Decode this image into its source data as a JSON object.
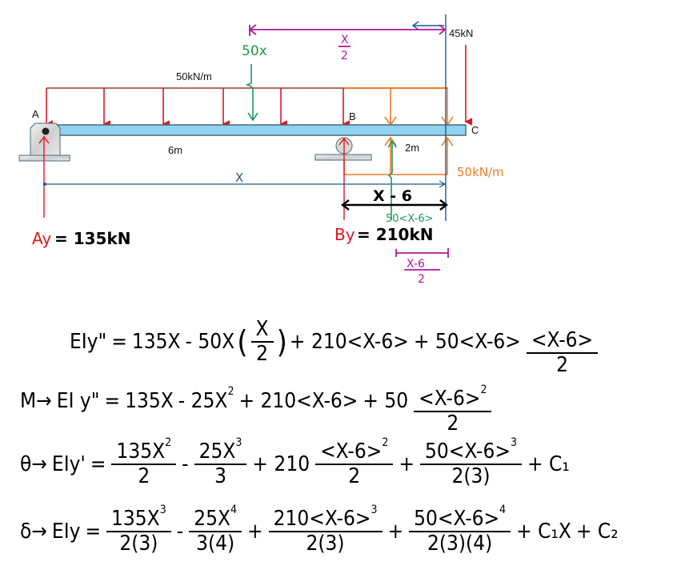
{
  "diagram": {
    "points": {
      "A": "A",
      "B": "B",
      "C": "C"
    },
    "distributed_load_label": "50kN/m",
    "cut_load_label": "50kN/m",
    "point_load_label": "45kN",
    "span_AB": "6m",
    "span_BC": "2m",
    "x_label": "X",
    "x_minus_6_label": "X - 6",
    "resultant_1": "50x",
    "arm_1_num": "X",
    "arm_1_den": "2",
    "resultant_2": "50<X-6>",
    "arm_2_num": "X-6",
    "arm_2_den": "2",
    "reaction_A_name": "Ay",
    "reaction_A_value": "= 135kN",
    "reaction_B_name": "By",
    "reaction_B_value": "= 210kN",
    "colors": {
      "beam": "#8fd3f0",
      "beam_edge": "#4a6a78",
      "load_red": "#e0161e",
      "load_orange": "#f07c2a",
      "green": "#1e9a55",
      "magenta": "#b0189a",
      "blue": "#1a5a8e",
      "reaction_red": "#e0161e"
    }
  },
  "equations": [
    {
      "id": "eq1",
      "prefix": "",
      "lhs": "EIy\"",
      "rhs_terms": [
        "= 135X",
        "- 50X",
        "(X/2)",
        "+ 210<X-6>",
        "+ 50<X-6>",
        "<X-6>/2"
      ]
    },
    {
      "id": "eq2",
      "prefix": "M→",
      "lhs": "EIy\"",
      "rhs_terms": [
        "= 135X",
        "- 25X²",
        "+ 210<X-6>",
        "+ 50",
        "<X-6>²/2"
      ]
    },
    {
      "id": "eq3",
      "prefix": "θ→",
      "lhs": "EIy'",
      "rhs_terms": [
        "= 135X²/2",
        "- 25X³/3",
        "+ 210 <X-6>²/2",
        "+ 50<X-6>³/2(3)",
        "+ C1"
      ]
    },
    {
      "id": "eq4",
      "prefix": "δ→",
      "lhs": "EIy",
      "rhs_terms": [
        "= 135X³/2(3)",
        "- 25X⁴/3(4)",
        "+ 210<X-6>³/2(3)",
        "+ 50<X-6>⁴/2(3)(4)",
        "+ C1X",
        "+ C2"
      ]
    }
  ],
  "eq_text": {
    "eq1": {
      "prefix": "",
      "lhs": "EIy\"",
      "eq": "=",
      "t1": "135X",
      "t2": "- 50X",
      "f1n": "X",
      "f1d": "2",
      "t3": "+ 210<X-6>",
      "t4": "+ 50<X-6>",
      "f2n": "<X-6>",
      "f2d": "2"
    },
    "eq2": {
      "prefix": "M→",
      "lhs": "EI y\"",
      "eq": "=",
      "t1": "135X",
      "t2": "- 25X",
      "t2s": "2",
      "t3": "+ 210<X-6>",
      "t4": "+ 50",
      "f1n": "<X-6>",
      "f1s": "2",
      "f1d": "2"
    },
    "eq3": {
      "prefix": "θ→",
      "lhs": "EIy'",
      "eq": "=",
      "f1n": "135X",
      "f1s": "2",
      "f1d": "2",
      "m1": "-",
      "f2n": "25X",
      "f2s": "3",
      "f2d": "3",
      "p1": "+ 210",
      "f3n": "<X-6>",
      "f3s": "2",
      "f3d": "2",
      "p2": "+",
      "f4n": "50<X-6>",
      "f4s": "3",
      "f4d": "2(3)",
      "c": "+ C₁"
    },
    "eq4": {
      "prefix": "δ→",
      "lhs": "EIy",
      "eq": "=",
      "f1n": "135X",
      "f1s": "3",
      "f1d": "2(3)",
      "m1": "-",
      "f2n": "25X",
      "f2s": "4",
      "f2d": "3(4)",
      "p1": "+",
      "f3n": "210<X-6>",
      "f3s": "3",
      "f3d": "2(3)",
      "p2": "+",
      "f4n": "50<X-6>",
      "f4s": "4",
      "f4d": "2(3)(4)",
      "c1": "+ C₁X",
      "c2": "+ C₂"
    }
  }
}
